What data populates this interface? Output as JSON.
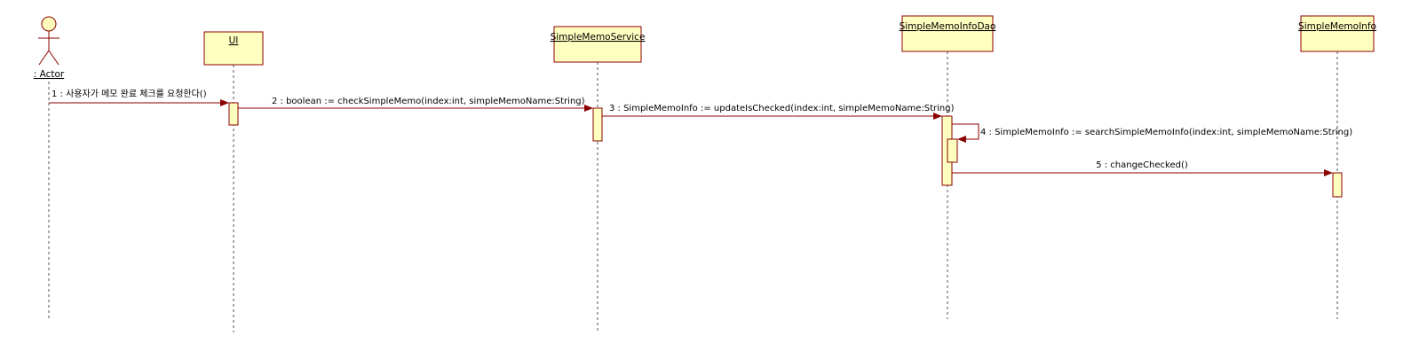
{
  "diagram": {
    "type": "sequence",
    "colors": {
      "box_fill": "#ffffc0",
      "box_stroke": "#8b0000",
      "arrow": "#8b0000",
      "lifeline": "#555555"
    },
    "actor": {
      "label": ": Actor"
    },
    "participants": [
      {
        "id": "ui",
        "label": "UI"
      },
      {
        "id": "service",
        "label": "SimpleMemoService"
      },
      {
        "id": "dao",
        "label": "SimpleMemoInfoDao"
      },
      {
        "id": "info",
        "label": "SimpleMemoInfo"
      }
    ],
    "messages": [
      {
        "from": "actor",
        "to": "ui",
        "label": "1 : 사용자가 메모 완료 체크를 요청한다()"
      },
      {
        "from": "ui",
        "to": "service",
        "label": "2 : boolean := checkSimpleMemo(index:int, simpleMemoName:String)"
      },
      {
        "from": "service",
        "to": "dao",
        "label": "3 : SimpleMemoInfo := updateIsChecked(index:int, simpleMemoName:String)"
      },
      {
        "from": "dao",
        "to": "dao",
        "label": "4 : SimpleMemoInfo := searchSimpleMemoInfo(index:int, simpleMemoName:String)"
      },
      {
        "from": "dao",
        "to": "info",
        "label": "5 : changeChecked()"
      }
    ]
  }
}
